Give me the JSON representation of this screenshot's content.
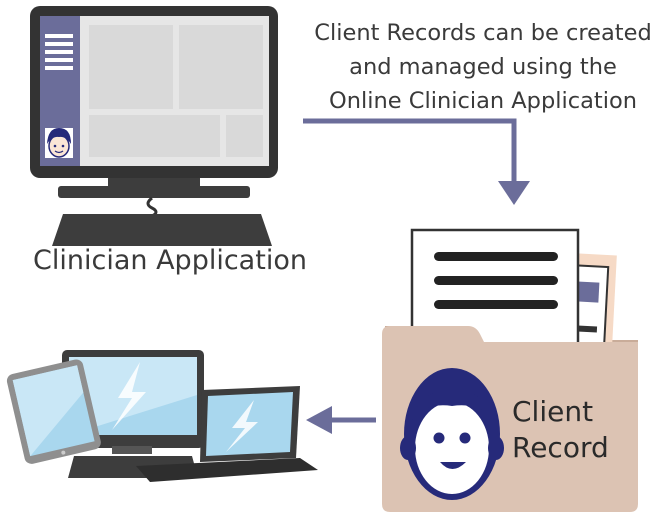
{
  "caption": {
    "lines": [
      "Client Records can be created",
      "and managed using the",
      "Online Clinician Application"
    ]
  },
  "clinician_label": "Clinician Application",
  "record_label": {
    "line1": "Client",
    "line2": "Record"
  },
  "colors": {
    "monitor_frame": "#333333",
    "sidebar": "#6b6d9a",
    "screen_panel": "#d9d9d9",
    "stand": "#3d3d3d",
    "arrow": "#6b6d9a",
    "folder": "#dcc3b3",
    "face_navy": "#262a7a",
    "device_screen": "#a9d7ee"
  },
  "icons": [
    "desktop-monitor-icon",
    "hamburger-menu-icon",
    "user-avatar-icon",
    "folder-icon",
    "document-icon",
    "client-face-icon",
    "devices-icon",
    "lightning-icon"
  ]
}
